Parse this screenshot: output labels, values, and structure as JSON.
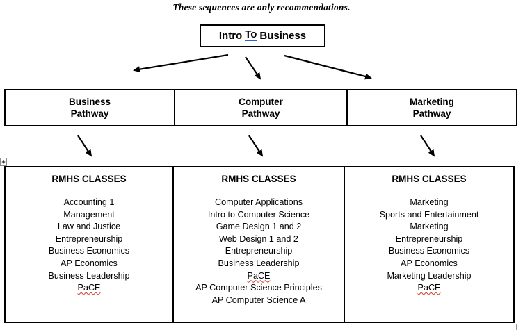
{
  "title": "These sequences are only recommendations.",
  "intro_box": {
    "prefix": "Intro",
    "grammar_flagged": "To",
    "suffix": "Business"
  },
  "pathways": [
    {
      "line1": "Business",
      "line2": "Pathway"
    },
    {
      "line1": "Computer",
      "line2": "Pathway"
    },
    {
      "line1": "Marketing",
      "line2": "Pathway"
    }
  ],
  "class_columns": [
    {
      "header": "RMHS CLASSES",
      "items": [
        "Accounting 1",
        "Management",
        "Law and Justice",
        "Entrepreneurship",
        "Business Economics",
        "AP Economics",
        "Business Leadership",
        "PaCE"
      ]
    },
    {
      "header": "RMHS CLASSES",
      "items": [
        "Computer Applications",
        "Intro to Computer Science",
        "Game Design 1 and 2",
        "Web Design 1 and 2",
        "Entrepreneurship",
        "Business Leadership",
        "PaCE",
        "AP Computer Science Principles",
        "AP Computer Science A"
      ]
    },
    {
      "header": "RMHS CLASSES",
      "items": [
        "Marketing",
        "Sports and Entertainment",
        "Marketing",
        "Entrepreneurship",
        "Business Economics",
        "AP Economics",
        "Marketing Leadership",
        "PaCE"
      ]
    }
  ],
  "icons": {
    "table_move_handle": "+"
  },
  "colors": {
    "grammar_underline": "#2463c9",
    "spellcheck_underline": "#d73a2e",
    "border": "#000000",
    "background": "#ffffff"
  }
}
